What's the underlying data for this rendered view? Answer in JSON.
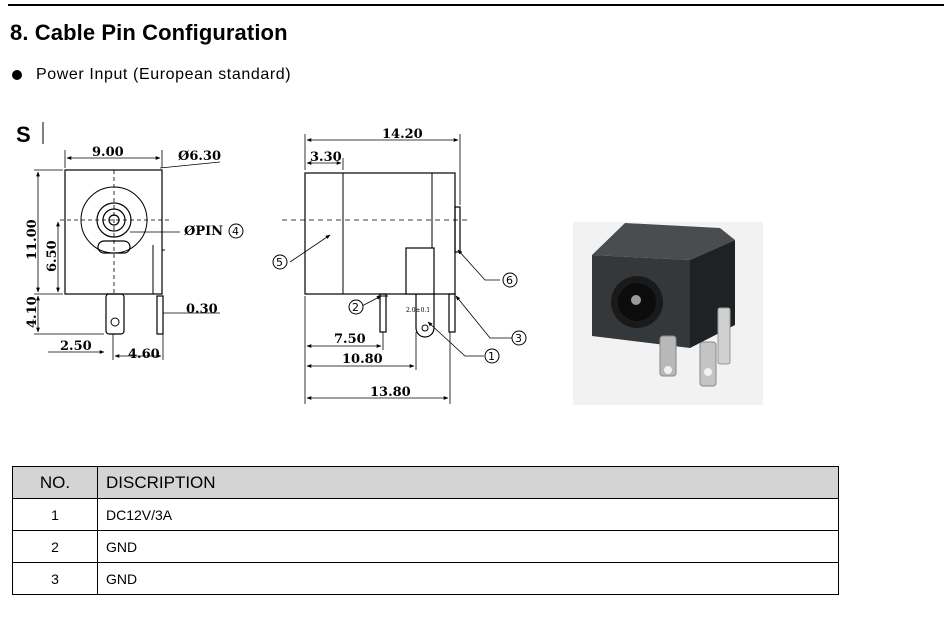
{
  "section": {
    "title": "8. Cable Pin Configuration"
  },
  "bullet": {
    "text": "Power Input (European standard)"
  },
  "drawing": {
    "corner_label": "S",
    "front_view": {
      "width": "9.00",
      "diameter": "Ø6.30",
      "pin_label": "ØPIN",
      "pin_number": "4",
      "height_total": "11.00",
      "height_upper": "6.50",
      "height_lower": "4.10",
      "offset_left": "2.50",
      "offset_right": "4.60",
      "thickness": "0.30"
    },
    "side_view": {
      "length_total": "14.20",
      "front_depth": "3.30",
      "pin1_pos": "7.50",
      "pin2_pos": "10.80",
      "body_length": "13.80",
      "pin_dim": "2.0±0.1",
      "callouts": [
        "1",
        "2",
        "3",
        "5",
        "6"
      ]
    }
  },
  "table": {
    "headers": {
      "no": "NO.",
      "description": "DISCRIPTION"
    },
    "rows": [
      {
        "no": "1",
        "description": "DC12V/3A"
      },
      {
        "no": "2",
        "description": "GND"
      },
      {
        "no": "3",
        "description": "GND"
      }
    ]
  },
  "colors": {
    "header_fill": "#d4d4d4",
    "jack_body": "#2f3234"
  }
}
